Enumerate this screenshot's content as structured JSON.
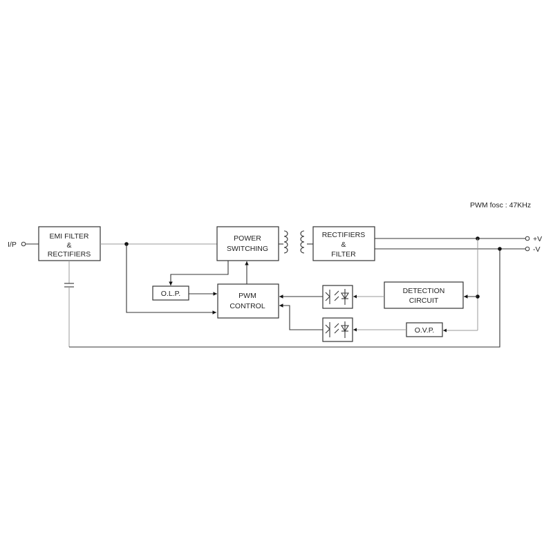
{
  "note": "PWM  fosc : 47KHz",
  "input_label": "I/P",
  "outputs": {
    "pos": "+V",
    "neg": "-V"
  },
  "blocks": {
    "emi": [
      "EMI FILTER",
      "&",
      "RECTIFIERS"
    ],
    "power_switching": [
      "POWER",
      "SWITCHING"
    ],
    "rectifiers_filter": [
      "RECTIFIERS",
      "&",
      "FILTER"
    ],
    "olp": "O.L.P.",
    "pwm_control": [
      "PWM",
      "CONTROL"
    ],
    "detection": [
      "DETECTION",
      "CIRCUIT"
    ],
    "ovp": "O.V.P."
  }
}
